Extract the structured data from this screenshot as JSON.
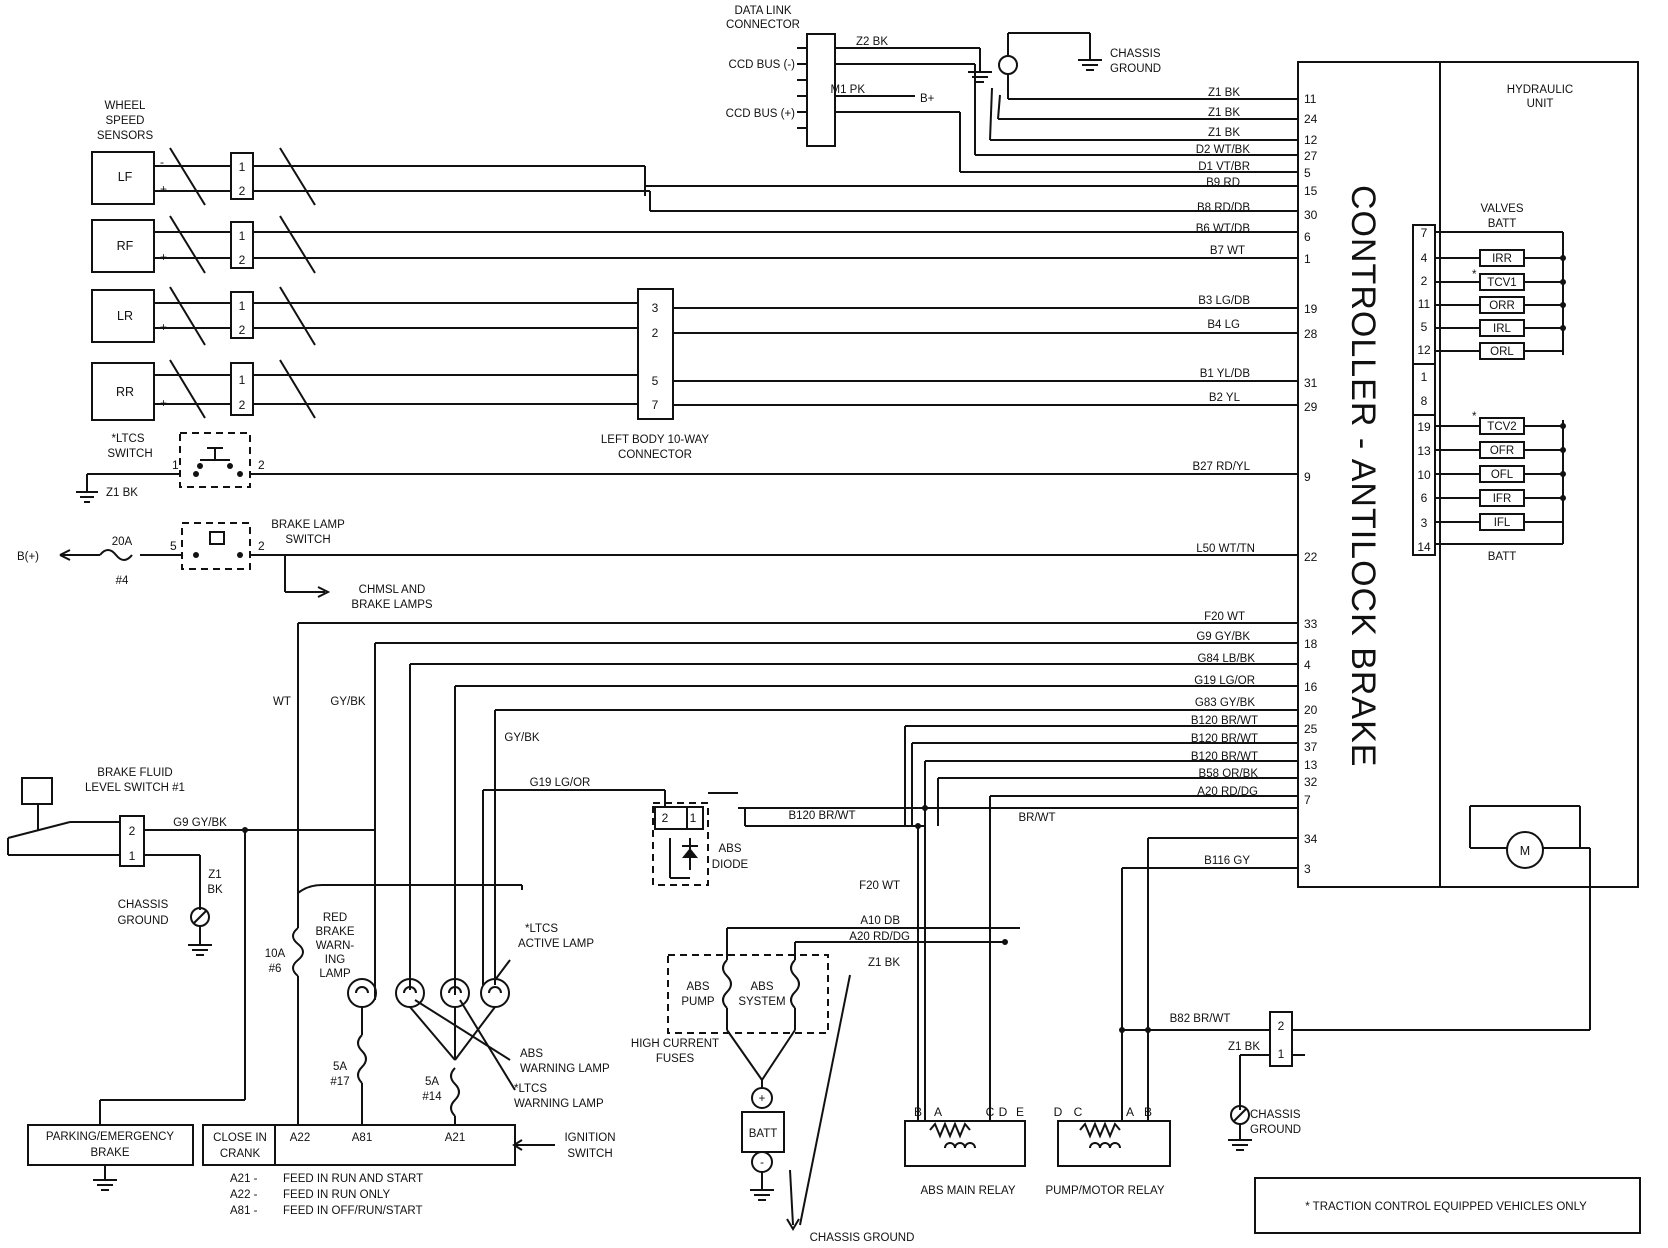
{
  "dlc": {
    "title_line1": "DATA LINK",
    "title_line2": "CONNECTOR",
    "ccd_minus": "CCD BUS (-)",
    "ccd_plus": "CCD BUS (+)",
    "z2": "Z2 BK",
    "m1": "M1 PK",
    "bplus": "B+"
  },
  "grounds": {
    "chassis_line1": "CHASSIS",
    "chassis_line2": "GROUND"
  },
  "wheel_sensors": {
    "title_line1": "WHEEL",
    "title_line2": "SPEED",
    "title_line3": "SENSORS",
    "items": [
      "LF",
      "RF",
      "LR",
      "RR"
    ]
  },
  "pins": {
    "one": "1",
    "two": "2",
    "minus": "-",
    "plus": "+"
  },
  "left_body": {
    "title_line1": "LEFT BODY 10-WAY",
    "title_line2": "CONNECTOR",
    "pins": [
      "3",
      "2",
      "5",
      "7"
    ]
  },
  "ltcs_switch": {
    "line1": "*LTCS",
    "line2": "SWITCH",
    "ground_wire": "Z1 BK"
  },
  "brake_lamp_switch": {
    "line1": "BRAKE LAMP",
    "line2": "SWITCH",
    "pin5": "5",
    "fuse": "20A",
    "fuse_num": "#4",
    "bplus": "B(+)",
    "chmsl_line1": "CHMSL AND",
    "chmsl_line2": "BRAKE LAMPS"
  },
  "controller": {
    "title": "CONTROLLER - ANTILOCK BRAKE",
    "wires": [
      "Z1 BK",
      "Z1 BK",
      "Z1 BK",
      "D2 WT/BK",
      "D1 VT/BR",
      "B9 RD",
      "B8 RD/DB",
      "B6 WT/DB",
      "B7 WT",
      "B3 LG/DB",
      "B4 LG",
      "B1 YL/DB",
      "B2 YL",
      "B27 RD/YL",
      "L50 WT/TN",
      "F20 WT",
      "G9 GY/BK",
      "G84 LB/BK",
      "G19 LG/OR",
      "G83 GY/BK",
      "B120 BR/WT",
      "B120 BR/WT",
      "B120 BR/WT",
      "B58 OR/BK",
      "A20 RD/DG",
      "B116 GY"
    ],
    "pins": [
      "11",
      "24",
      "12",
      "27",
      "5",
      "15",
      "30",
      "6",
      "1",
      "19",
      "28",
      "31",
      "29",
      "9",
      "22",
      "33",
      "18",
      "4",
      "16",
      "20",
      "25",
      "37",
      "13",
      "32",
      "7",
      "34",
      "3"
    ]
  },
  "hydraulic": {
    "line1": "HYDRAULIC",
    "line2": "UNIT",
    "valves": "VALVES",
    "batt": "BATT",
    "star": "*",
    "pins": [
      "7",
      "4",
      "2",
      "11",
      "5",
      "12",
      "1",
      "8",
      "19",
      "13",
      "10",
      "6",
      "3",
      "14"
    ],
    "valves_list": [
      "IRR",
      "TCV1",
      "ORR",
      "IRL",
      "ORL",
      "TCV2",
      "OFR",
      "OFL",
      "IFR",
      "IFL"
    ]
  },
  "motor": {
    "label": "M"
  },
  "lower": {
    "wt": "WT",
    "gybk": "GY/BK",
    "g19": "G19 LG/OR",
    "b120": "B120 BR/WT",
    "brwt": "BR/WT",
    "f20": "F20 WT",
    "a10": "A10 DB",
    "a20": "A20 RD/DG",
    "z1": "Z1 BK",
    "b82": "B82 BR/WT"
  },
  "abs_diode": {
    "line1": "ABS",
    "line2": "DIODE"
  },
  "brake_fluid": {
    "line1": "BRAKE FLUID",
    "line2": "LEVEL SWITCH #1",
    "wire": "G9 GY/BK",
    "z1": "Z1",
    "bk": "BK"
  },
  "lamps": {
    "red": {
      "line1": "RED",
      "line2": "BRAKE",
      "line3": "WARN-",
      "line4": "ING",
      "line5": "LAMP"
    },
    "fuse10a": "10A",
    "fuse6": "#6",
    "fuse5a": "5A",
    "fuse17": "#17",
    "fuse14": "#14",
    "ltcs_active_line1": "*LTCS",
    "ltcs_active_line2": "ACTIVE LAMP",
    "abs_warning_line1": "ABS",
    "abs_warning_line2": "WARNING LAMP",
    "ltcs_warning_line1": "*LTCS",
    "ltcs_warning_line2": "WARNING LAMP"
  },
  "hcf": {
    "pump_line1": "ABS",
    "pump_line2": "PUMP",
    "system_line1": "ABS",
    "system_line2": "SYSTEM",
    "title_line1": "HIGH CURRENT",
    "title_line2": "FUSES"
  },
  "battery": {
    "plus": "+",
    "label": "BATT",
    "minus": "-",
    "ground": "CHASSIS GROUND"
  },
  "relays": {
    "abs_main": {
      "label": "ABS MAIN RELAY",
      "pins": [
        "B",
        "A",
        "C",
        "D",
        "E"
      ]
    },
    "pump": {
      "label": "PUMP/MOTOR RELAY",
      "pins": [
        "D",
        "C",
        "A",
        "B"
      ]
    }
  },
  "parking": {
    "line1": "PARKING/EMERGENCY",
    "line2": "BRAKE"
  },
  "ignition": {
    "close_in_line1": "CLOSE IN",
    "close_in_line2": "CRANK",
    "pins": [
      "A22",
      "A81",
      "A21"
    ],
    "title_line1": "IGNITION",
    "title_line2": "SWITCH",
    "legend": [
      {
        "code": "A21 -",
        "desc": "FEED IN RUN AND START"
      },
      {
        "code": "A22 -",
        "desc": "FEED IN RUN ONLY"
      },
      {
        "code": "A81 -",
        "desc": "FEED IN OFF/RUN/START"
      }
    ]
  },
  "note": "* TRACTION CONTROL EQUIPPED VEHICLES ONLY"
}
